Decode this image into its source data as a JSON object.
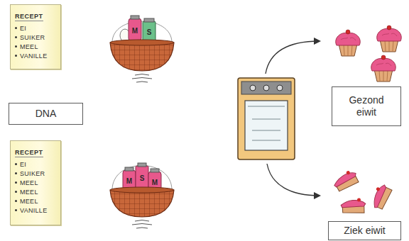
{
  "diagram": {
    "nodes": [
      {
        "text": [
          "RECEPT",
          "EI",
          "SUIKER",
          "MEEL",
          "VANILLE"
        ]
      },
      {
        "text": [
          "DNA"
        ]
      },
      {
        "text": [
          "RECEPT",
          "EI",
          "SUIKER",
          "MEEL",
          "MEEL",
          "MEEL",
          "VANILLE"
        ]
      },
      {
        "text": [
          "Gezond eiwit"
        ]
      },
      {
        "text": [
          "Ziek eiwit"
        ]
      }
    ],
    "labels": [
      "M",
      "S",
      "M",
      "S",
      "M"
    ]
  }
}
